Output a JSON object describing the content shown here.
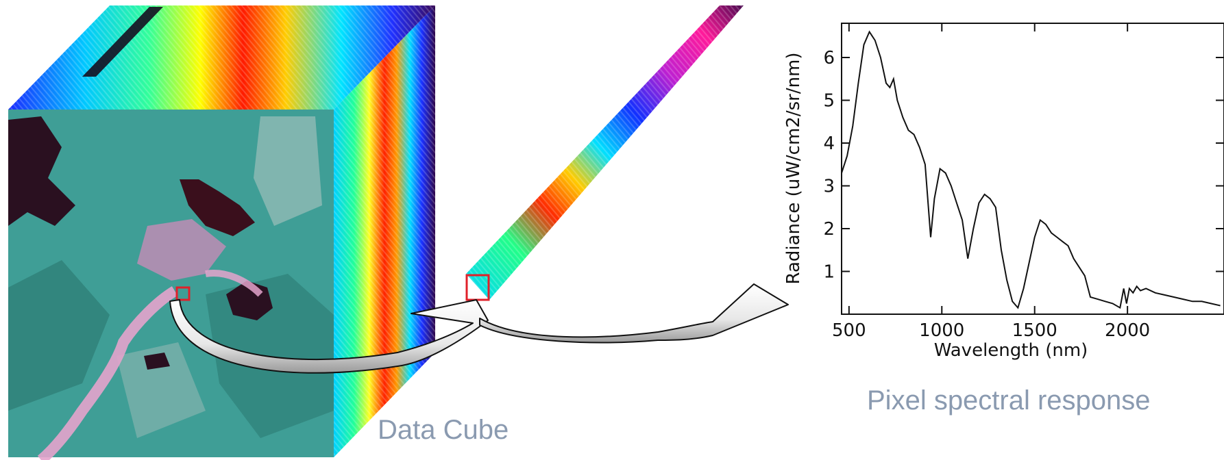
{
  "labels": {
    "cube_caption": "Data Cube",
    "spectrum_caption": "Pixel spectral response"
  },
  "colors": {
    "caption": "#8a9ab0",
    "highlight_box": "#e0202a",
    "image_base": "#3f9e96",
    "land_pink": "#d08ab8",
    "water": "#2a1020"
  },
  "chart_data": {
    "type": "line",
    "title": "",
    "xlabel": "Wavelength (nm)",
    "ylabel": "Radiance (uW/cm2/sr/nm)",
    "xlim": [
      460,
      2520
    ],
    "ylim": [
      0,
      6.8
    ],
    "xticks": [
      500,
      1000,
      1500,
      2000
    ],
    "yticks": [
      1,
      2,
      3,
      4,
      5,
      6
    ],
    "series": [
      {
        "name": "",
        "x": [
          460,
          490,
          520,
          550,
          580,
          610,
          640,
          670,
          700,
          720,
          740,
          760,
          790,
          820,
          850,
          880,
          910,
          940,
          960,
          990,
          1020,
          1050,
          1080,
          1110,
          1140,
          1170,
          1200,
          1230,
          1260,
          1290,
          1320,
          1350,
          1380,
          1410,
          1440,
          1470,
          1500,
          1530,
          1560,
          1590,
          1620,
          1650,
          1680,
          1710,
          1740,
          1770,
          1800,
          1840,
          1880,
          1920,
          1960,
          1980,
          1995,
          2010,
          2030,
          2050,
          2070,
          2100,
          2150,
          2200,
          2250,
          2300,
          2350,
          2400,
          2450,
          2500
        ],
        "y": [
          3.3,
          3.7,
          4.4,
          5.4,
          6.3,
          6.6,
          6.4,
          6.0,
          5.4,
          5.3,
          5.5,
          5.0,
          4.6,
          4.3,
          4.2,
          3.9,
          3.5,
          1.8,
          2.7,
          3.4,
          3.3,
          3.0,
          2.6,
          2.2,
          1.3,
          2.0,
          2.6,
          2.8,
          2.7,
          2.5,
          1.5,
          0.8,
          0.3,
          0.15,
          0.6,
          1.2,
          1.8,
          2.2,
          2.1,
          1.9,
          1.8,
          1.7,
          1.6,
          1.3,
          1.1,
          0.9,
          0.4,
          0.35,
          0.3,
          0.25,
          0.15,
          0.6,
          0.25,
          0.6,
          0.5,
          0.65,
          0.55,
          0.6,
          0.5,
          0.45,
          0.4,
          0.35,
          0.3,
          0.3,
          0.25,
          0.2
        ]
      }
    ]
  }
}
